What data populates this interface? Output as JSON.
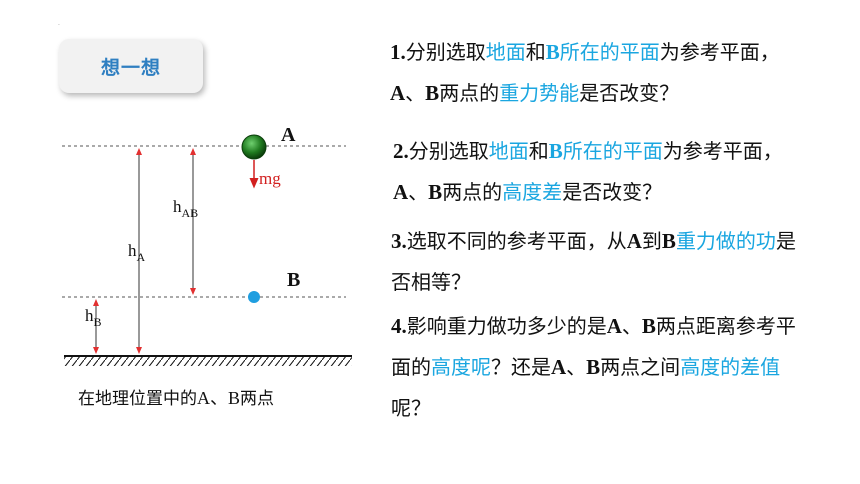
{
  "header": {
    "badge_label": "想一想"
  },
  "diagram": {
    "point_a": "A",
    "point_b": "B",
    "force_label": "mg",
    "h_ab": {
      "base": "h",
      "sub": "AB"
    },
    "h_a": {
      "base": "h",
      "sub": "A"
    },
    "h_b": {
      "base": "h",
      "sub": "B"
    },
    "colors": {
      "ball_a": "#1f7a1f",
      "ball_b": "#1f9ee0",
      "force_arrow": "#d21f1f"
    }
  },
  "caption": {
    "prefix": "在地理位置中的",
    "points": "A、B",
    "suffix": "两点"
  },
  "questions": [
    {
      "id": "q1",
      "segments": [
        {
          "t": "1.",
          "b": true
        },
        {
          "t": "分别选取"
        },
        {
          "t": "地面",
          "hl": true
        },
        {
          "t": "和"
        },
        {
          "t": "B",
          "b": true,
          "hl": true
        },
        {
          "t": "所在的平面",
          "hl": true
        },
        {
          "t": "为参考平面，"
        },
        {
          "t": "A",
          "b": true
        },
        {
          "t": "、"
        },
        {
          "t": "B",
          "b": true
        },
        {
          "t": "两点的"
        },
        {
          "t": "重力势能",
          "hl": true
        },
        {
          "t": "是否改变？"
        }
      ]
    },
    {
      "id": "q2",
      "segments": [
        {
          "t": "2.",
          "b": true
        },
        {
          "t": "分别选取"
        },
        {
          "t": "地面",
          "hl": true
        },
        {
          "t": "和"
        },
        {
          "t": "B",
          "b": true,
          "hl": true
        },
        {
          "t": "所在的平面",
          "hl": true
        },
        {
          "t": "为参考平面，"
        },
        {
          "t": "A",
          "b": true
        },
        {
          "t": "、"
        },
        {
          "t": "B",
          "b": true
        },
        {
          "t": "两点的"
        },
        {
          "t": "高度差",
          "hl": true
        },
        {
          "t": "是否改变？"
        }
      ]
    },
    {
      "id": "q3",
      "segments": [
        {
          "t": "3.",
          "b": true
        },
        {
          "t": "选取不同的参考平面，从"
        },
        {
          "t": "A",
          "b": true
        },
        {
          "t": "到"
        },
        {
          "t": "B",
          "b": true
        },
        {
          "t": "重力做的功",
          "hl": true
        },
        {
          "t": "是否相等？"
        }
      ]
    },
    {
      "id": "q4",
      "segments": [
        {
          "t": "4.",
          "b": true
        },
        {
          "t": "影响重力做功多少的是"
        },
        {
          "t": "A",
          "b": true
        },
        {
          "t": "、"
        },
        {
          "t": "B",
          "b": true
        },
        {
          "t": "两点距离参考平面的"
        },
        {
          "t": "高度呢",
          "hl": true
        },
        {
          "t": "？还是"
        },
        {
          "t": "A",
          "b": true
        },
        {
          "t": "、"
        },
        {
          "t": "B",
          "b": true
        },
        {
          "t": "两点之间"
        },
        {
          "t": "高度的差值",
          "hl": true
        },
        {
          "t": "呢？"
        }
      ]
    }
  ]
}
